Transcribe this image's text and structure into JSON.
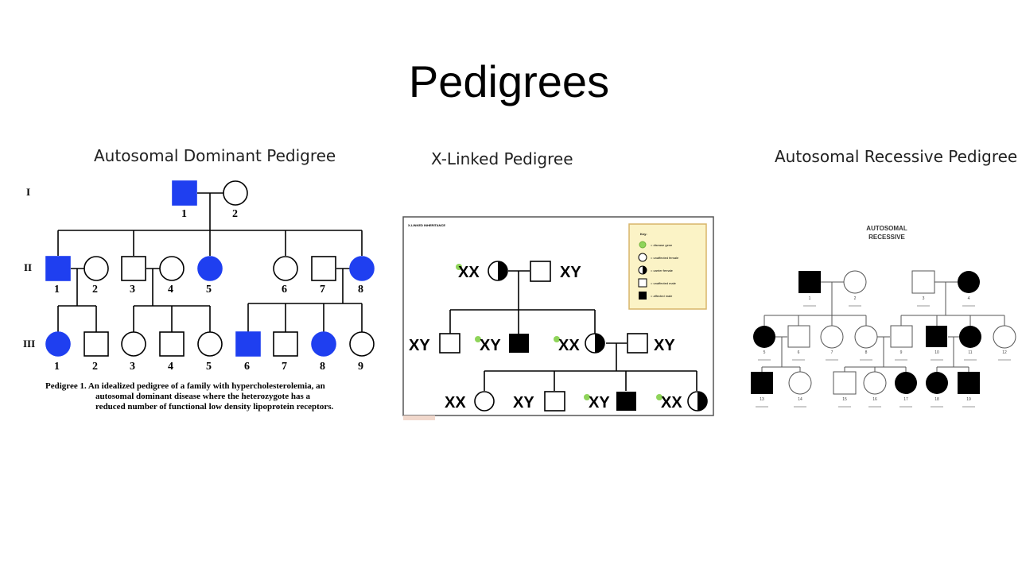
{
  "slide": {
    "title": "Pedigrees"
  },
  "panels": {
    "autosomal_dominant": {
      "heading": "Autosomal Dominant Pedigree",
      "generations": [
        "I",
        "II",
        "III"
      ],
      "gen1_numbers": [
        "1",
        "2"
      ],
      "gen2_numbers": [
        "1",
        "2",
        "3",
        "4",
        "5",
        "6",
        "7",
        "8"
      ],
      "gen3_numbers": [
        "1",
        "2",
        "3",
        "4",
        "5",
        "6",
        "7",
        "8",
        "9"
      ],
      "caption": [
        "Pedigree 1. An idealized pedigree of a family with hypercholesterolemia, an",
        "autosomal dominant disease where the heterozygote has a",
        "reduced number of functional low density lipoprotein receptors."
      ],
      "affected_color": "#1f3ff0"
    },
    "x_linked": {
      "heading": "X-Linked Pedigree",
      "inner_title": "X-LINKED INHERITANCE",
      "genotypes": {
        "g1": [
          "XX",
          "XY"
        ],
        "g2": [
          "XY",
          "XY",
          "XX",
          "XY"
        ],
        "g3": [
          "XX",
          "XY",
          "XY",
          "XX"
        ]
      },
      "key": {
        "title": "Key:",
        "items": [
          "= disease gene",
          "= unaffected female",
          "= carrier female",
          "= unaffected male",
          "= affected male"
        ]
      },
      "marker_color": "#8fd45a",
      "key_bg": "#fbf3c6",
      "key_border": "#d8b56a"
    },
    "autosomal_recessive": {
      "heading": "Autosomal Recessive Pedigree",
      "inner_title": [
        "AUTOSOMAL",
        "RECESSIVE"
      ],
      "numbers": [
        "1",
        "2",
        "3",
        "4",
        "5",
        "6",
        "7",
        "8",
        "9",
        "10",
        "11",
        "12",
        "13",
        "14",
        "15",
        "16",
        "17",
        "18",
        "19"
      ]
    }
  }
}
